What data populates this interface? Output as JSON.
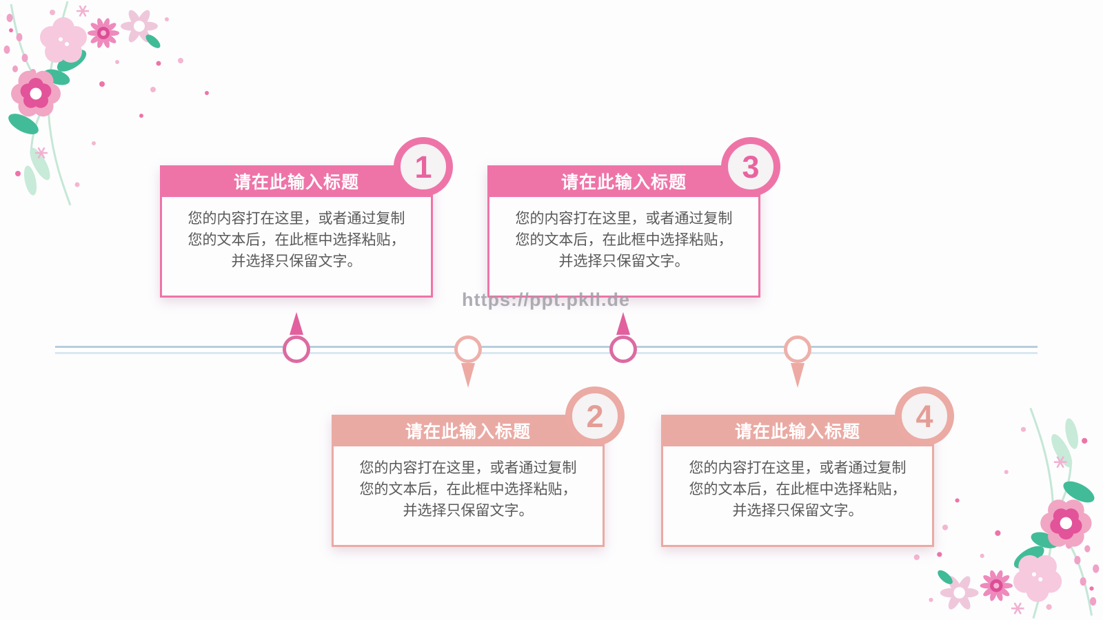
{
  "slide": {
    "type": "presentation-timeline-slide",
    "background": "#fdfdfe"
  },
  "watermark": {
    "text": "https://ppt.pkll.de",
    "color": "#9fa0a8"
  },
  "colors": {
    "pink_accent": "#ee74a8",
    "rose_accent": "#eaaaa4",
    "pink_node_border": "#dc6ba2",
    "rose_node_border": "#eeb0aa",
    "up_arrow": "#e2609e",
    "down_arrow": "#ecaaa3",
    "timeline_line_dark": "#b6cddc",
    "timeline_line_light": "#d8e7f1",
    "badge_inner": "#f5f3f4",
    "body_text": "#595959",
    "header_text": "#ffffff"
  },
  "cards": [
    {
      "number": "1",
      "title": "请在此输入标题",
      "body_lines": [
        "您的内容打在这里，或者通过复制",
        "您的文本后，在此框中选择粘贴，",
        "并选择只保留文字。"
      ],
      "theme": "pink",
      "row": "top"
    },
    {
      "number": "2",
      "title": "请在此输入标题",
      "body_lines": [
        "您的内容打在这里，或者通过复制",
        "您的文本后，在此框中选择粘贴，",
        "并选择只保留文字。"
      ],
      "theme": "rose",
      "row": "bottom"
    },
    {
      "number": "3",
      "title": "请在此输入标题",
      "body_lines": [
        "您的内容打在这里，或者通过复制",
        "您的文本后，在此框中选择粘贴，",
        "并选择只保留文字。"
      ],
      "theme": "pink",
      "row": "top"
    },
    {
      "number": "4",
      "title": "请在此输入标题",
      "body_lines": [
        "您的内容打在这里，或者通过复制",
        "您的文本后，在此框中选择粘贴，",
        "并选择只保留文字。"
      ],
      "theme": "rose",
      "row": "bottom"
    }
  ],
  "timeline": {
    "node_count": 4,
    "direction": "horizontal",
    "nodes": [
      {
        "index": 1,
        "pointer": "up"
      },
      {
        "index": 2,
        "pointer": "down"
      },
      {
        "index": 3,
        "pointer": "up"
      },
      {
        "index": 4,
        "pointer": "down"
      }
    ]
  },
  "decorations": [
    {
      "name": "floral-cluster-top-left"
    },
    {
      "name": "floral-cluster-bottom-right"
    }
  ]
}
